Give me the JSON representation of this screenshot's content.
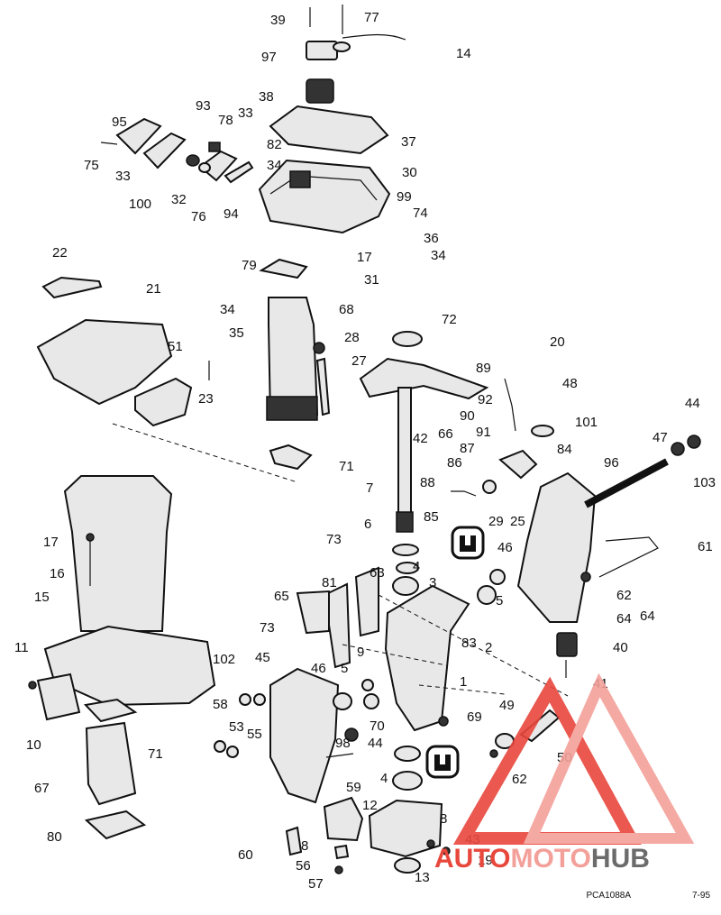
{
  "diagram": {
    "part_labels": [
      "39",
      "77",
      "14",
      "97",
      "38",
      "93",
      "78",
      "33",
      "95",
      "75",
      "33",
      "100",
      "32",
      "76",
      "94",
      "82",
      "34",
      "37",
      "30",
      "99",
      "74",
      "36",
      "17",
      "34",
      "31",
      "22",
      "21",
      "79",
      "34",
      "68",
      "35",
      "28",
      "27",
      "51",
      "23",
      "72",
      "20",
      "89",
      "48",
      "92",
      "90",
      "66",
      "42",
      "101",
      "44",
      "47",
      "103",
      "87",
      "84",
      "91",
      "86",
      "96",
      "71",
      "7",
      "88",
      "85",
      "29",
      "25",
      "17",
      "73",
      "6",
      "46",
      "61",
      "16",
      "4",
      "63",
      "3",
      "15",
      "81",
      "65",
      "62",
      "5",
      "64",
      "73",
      "9",
      "2",
      "83",
      "11",
      "40",
      "45",
      "46",
      "1",
      "102",
      "5",
      "41",
      "58",
      "53",
      "55",
      "44",
      "70",
      "69",
      "98",
      "49",
      "10",
      "71",
      "62",
      "50",
      "4",
      "64",
      "59",
      "67",
      "12",
      "8",
      "80",
      "43",
      "60",
      "8",
      "19",
      "56",
      "57",
      "13"
    ],
    "badge_icon": "ring-profile-icon"
  },
  "footer": {
    "code": "PCA1088A",
    "date": "7-95"
  },
  "watermark": {
    "part1": "AUTO",
    "part2": "MOTO",
    "part3": "HUB",
    "icon": "triangle-logo-icon",
    "color": "#e8473c",
    "color_light": "#f3a09a",
    "color_dark": "#6b6b6b"
  }
}
